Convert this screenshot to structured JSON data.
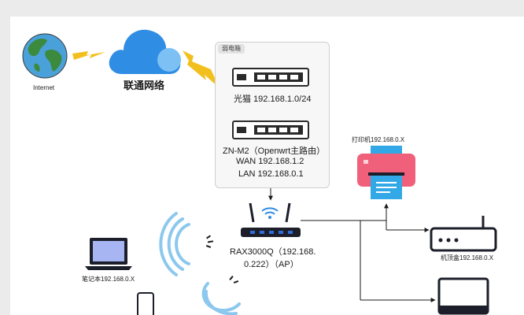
{
  "internet": {
    "label": "Internet"
  },
  "isp": {
    "label": "联通网络"
  },
  "cabinet": {
    "tag": "弱电箱"
  },
  "modem": {
    "label": "光猫 192.168.1.0/24"
  },
  "zn_m2": {
    "name": "ZN-M2（Openwrt主路由）",
    "wan": "WAN 192.168.1.2",
    "lan": "LAN 192.168.0.1"
  },
  "rax3000q": {
    "label_line1": "RAX3000Q（192.168.",
    "label_line2": "0.222）（AP）"
  },
  "printer": {
    "label": "打印机192.168.0.X"
  },
  "settop": {
    "label": "机顶盒192.168.0.X"
  },
  "laptop": {
    "label": "笔记本192.168.0.X"
  },
  "colors": {
    "globe_ocean": "#4aa0d8",
    "globe_land": "#3b8a3e",
    "cloud": "#2f8de4",
    "lightning": "#f2c01e",
    "printer_body": "#f0607a",
    "paper": "#33a8e6",
    "wifi": "#8cc8ee",
    "device_dark": "#1c1f2a",
    "port_blue": "#2f6cd8"
  }
}
